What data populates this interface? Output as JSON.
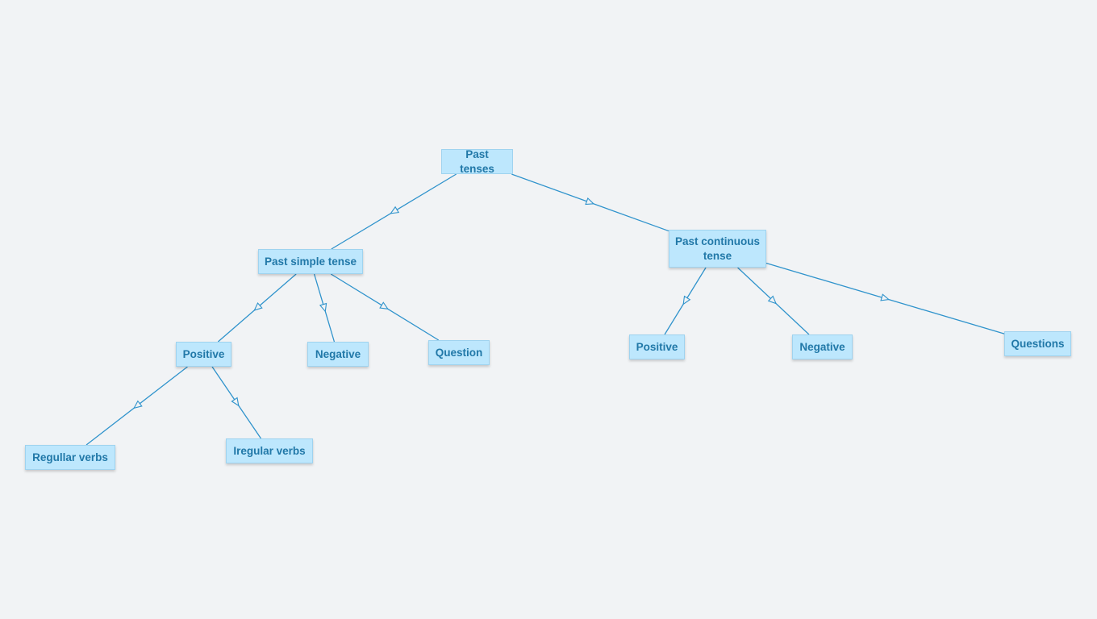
{
  "nodes": {
    "root": "Past tenses",
    "past_simple": "Past simple tense",
    "past_continuous": "Past continuous tense",
    "simple_positive": "Positive",
    "simple_negative": "Negative",
    "simple_question": "Question",
    "regular_verbs": "Regullar verbs",
    "irregular_verbs": "Iregular verbs",
    "cont_positive": "Positive",
    "cont_negative": "Negative",
    "cont_questions": "Questions"
  },
  "colors": {
    "background": "#f1f3f5",
    "node_fill": "#bde7fd",
    "node_text": "#2178a8",
    "connector": "#2f93cc"
  },
  "edges": [
    [
      "root",
      "past_simple"
    ],
    [
      "root",
      "past_continuous"
    ],
    [
      "past_simple",
      "simple_positive"
    ],
    [
      "past_simple",
      "simple_negative"
    ],
    [
      "past_simple",
      "simple_question"
    ],
    [
      "simple_positive",
      "regular_verbs"
    ],
    [
      "simple_positive",
      "irregular_verbs"
    ],
    [
      "past_continuous",
      "cont_positive"
    ],
    [
      "past_continuous",
      "cont_negative"
    ],
    [
      "past_continuous",
      "cont_questions"
    ]
  ]
}
